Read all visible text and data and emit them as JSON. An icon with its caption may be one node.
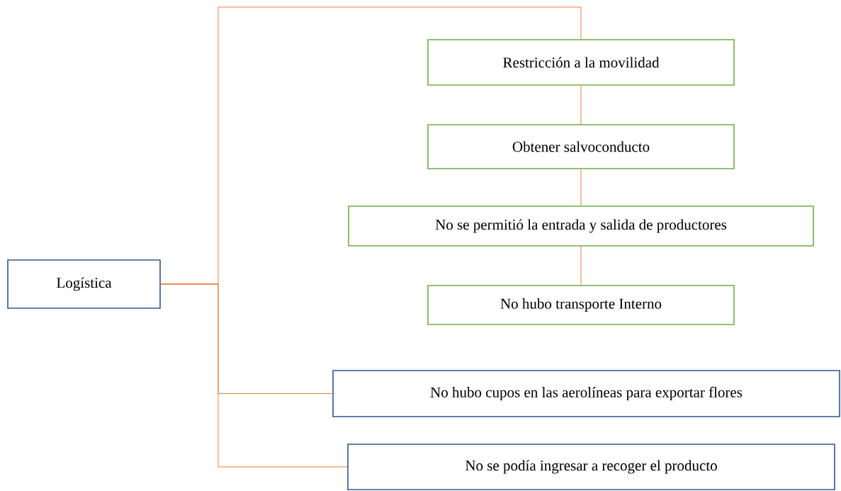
{
  "diagram": {
    "nodes": [
      {
        "text": [
          "Logística"
        ]
      },
      {
        "text": [
          "Restricción a la movilidad"
        ]
      },
      {
        "text": [
          "Obtener salvoconducto"
        ]
      },
      {
        "text": [
          "No se permitió la entrada y salida de productores"
        ]
      },
      {
        "text": [
          "No hubo transporte Interno"
        ]
      },
      {
        "text": [
          "No hubo cupos en las aerolíneas para exportar flores"
        ]
      },
      {
        "text": [
          "No se podía ingresar a recoger el producto"
        ]
      }
    ],
    "edges": [
      {
        "from": 0,
        "to": 1,
        "arrow": "none"
      },
      {
        "from": 1,
        "to": 2,
        "arrow": "none"
      },
      {
        "from": 2,
        "to": 3,
        "arrow": "none"
      },
      {
        "from": 3,
        "to": 4,
        "arrow": "none"
      },
      {
        "from": 0,
        "to": 5,
        "arrow": "none"
      },
      {
        "from": 0,
        "to": 6,
        "arrow": "none"
      }
    ]
  }
}
